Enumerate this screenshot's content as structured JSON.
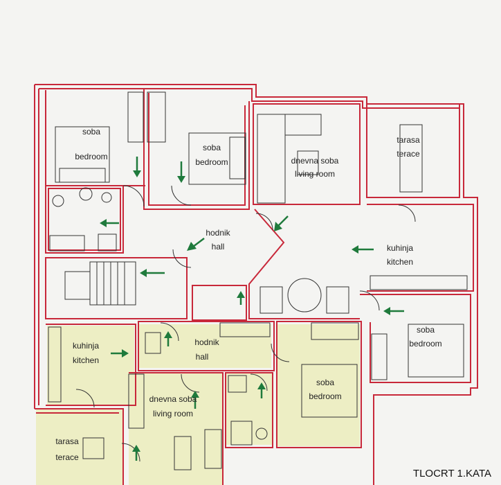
{
  "title": "TLOCRT 1.KATA",
  "colors": {
    "wall": "#c8283a",
    "yellow": "#edeec4",
    "arrow": "#1f7a3c",
    "furniture": "#333333"
  },
  "rooms": {
    "bedroom_nw": [
      "soba",
      "bedroom"
    ],
    "bedroom_n": [
      "soba",
      "bedroom"
    ],
    "living_top": [
      "dnevna soba",
      "living room"
    ],
    "terrace_top": [
      "tarasa",
      "terace"
    ],
    "hall_top": [
      "hodnik",
      "hall"
    ],
    "kitchen_right": [
      "kuhinja",
      "kitchen"
    ],
    "bedroom_right": [
      "soba",
      "bedroom"
    ],
    "kitchen_left": [
      "kuhinja",
      "kitchen"
    ],
    "hall_bottom": [
      "hodnik",
      "hall"
    ],
    "bedroom_bottom": [
      "soba",
      "bedroom"
    ],
    "living_bottom": [
      "dnevna soba",
      "living room"
    ],
    "terrace_bottom": [
      "tarasa",
      "terace"
    ]
  }
}
